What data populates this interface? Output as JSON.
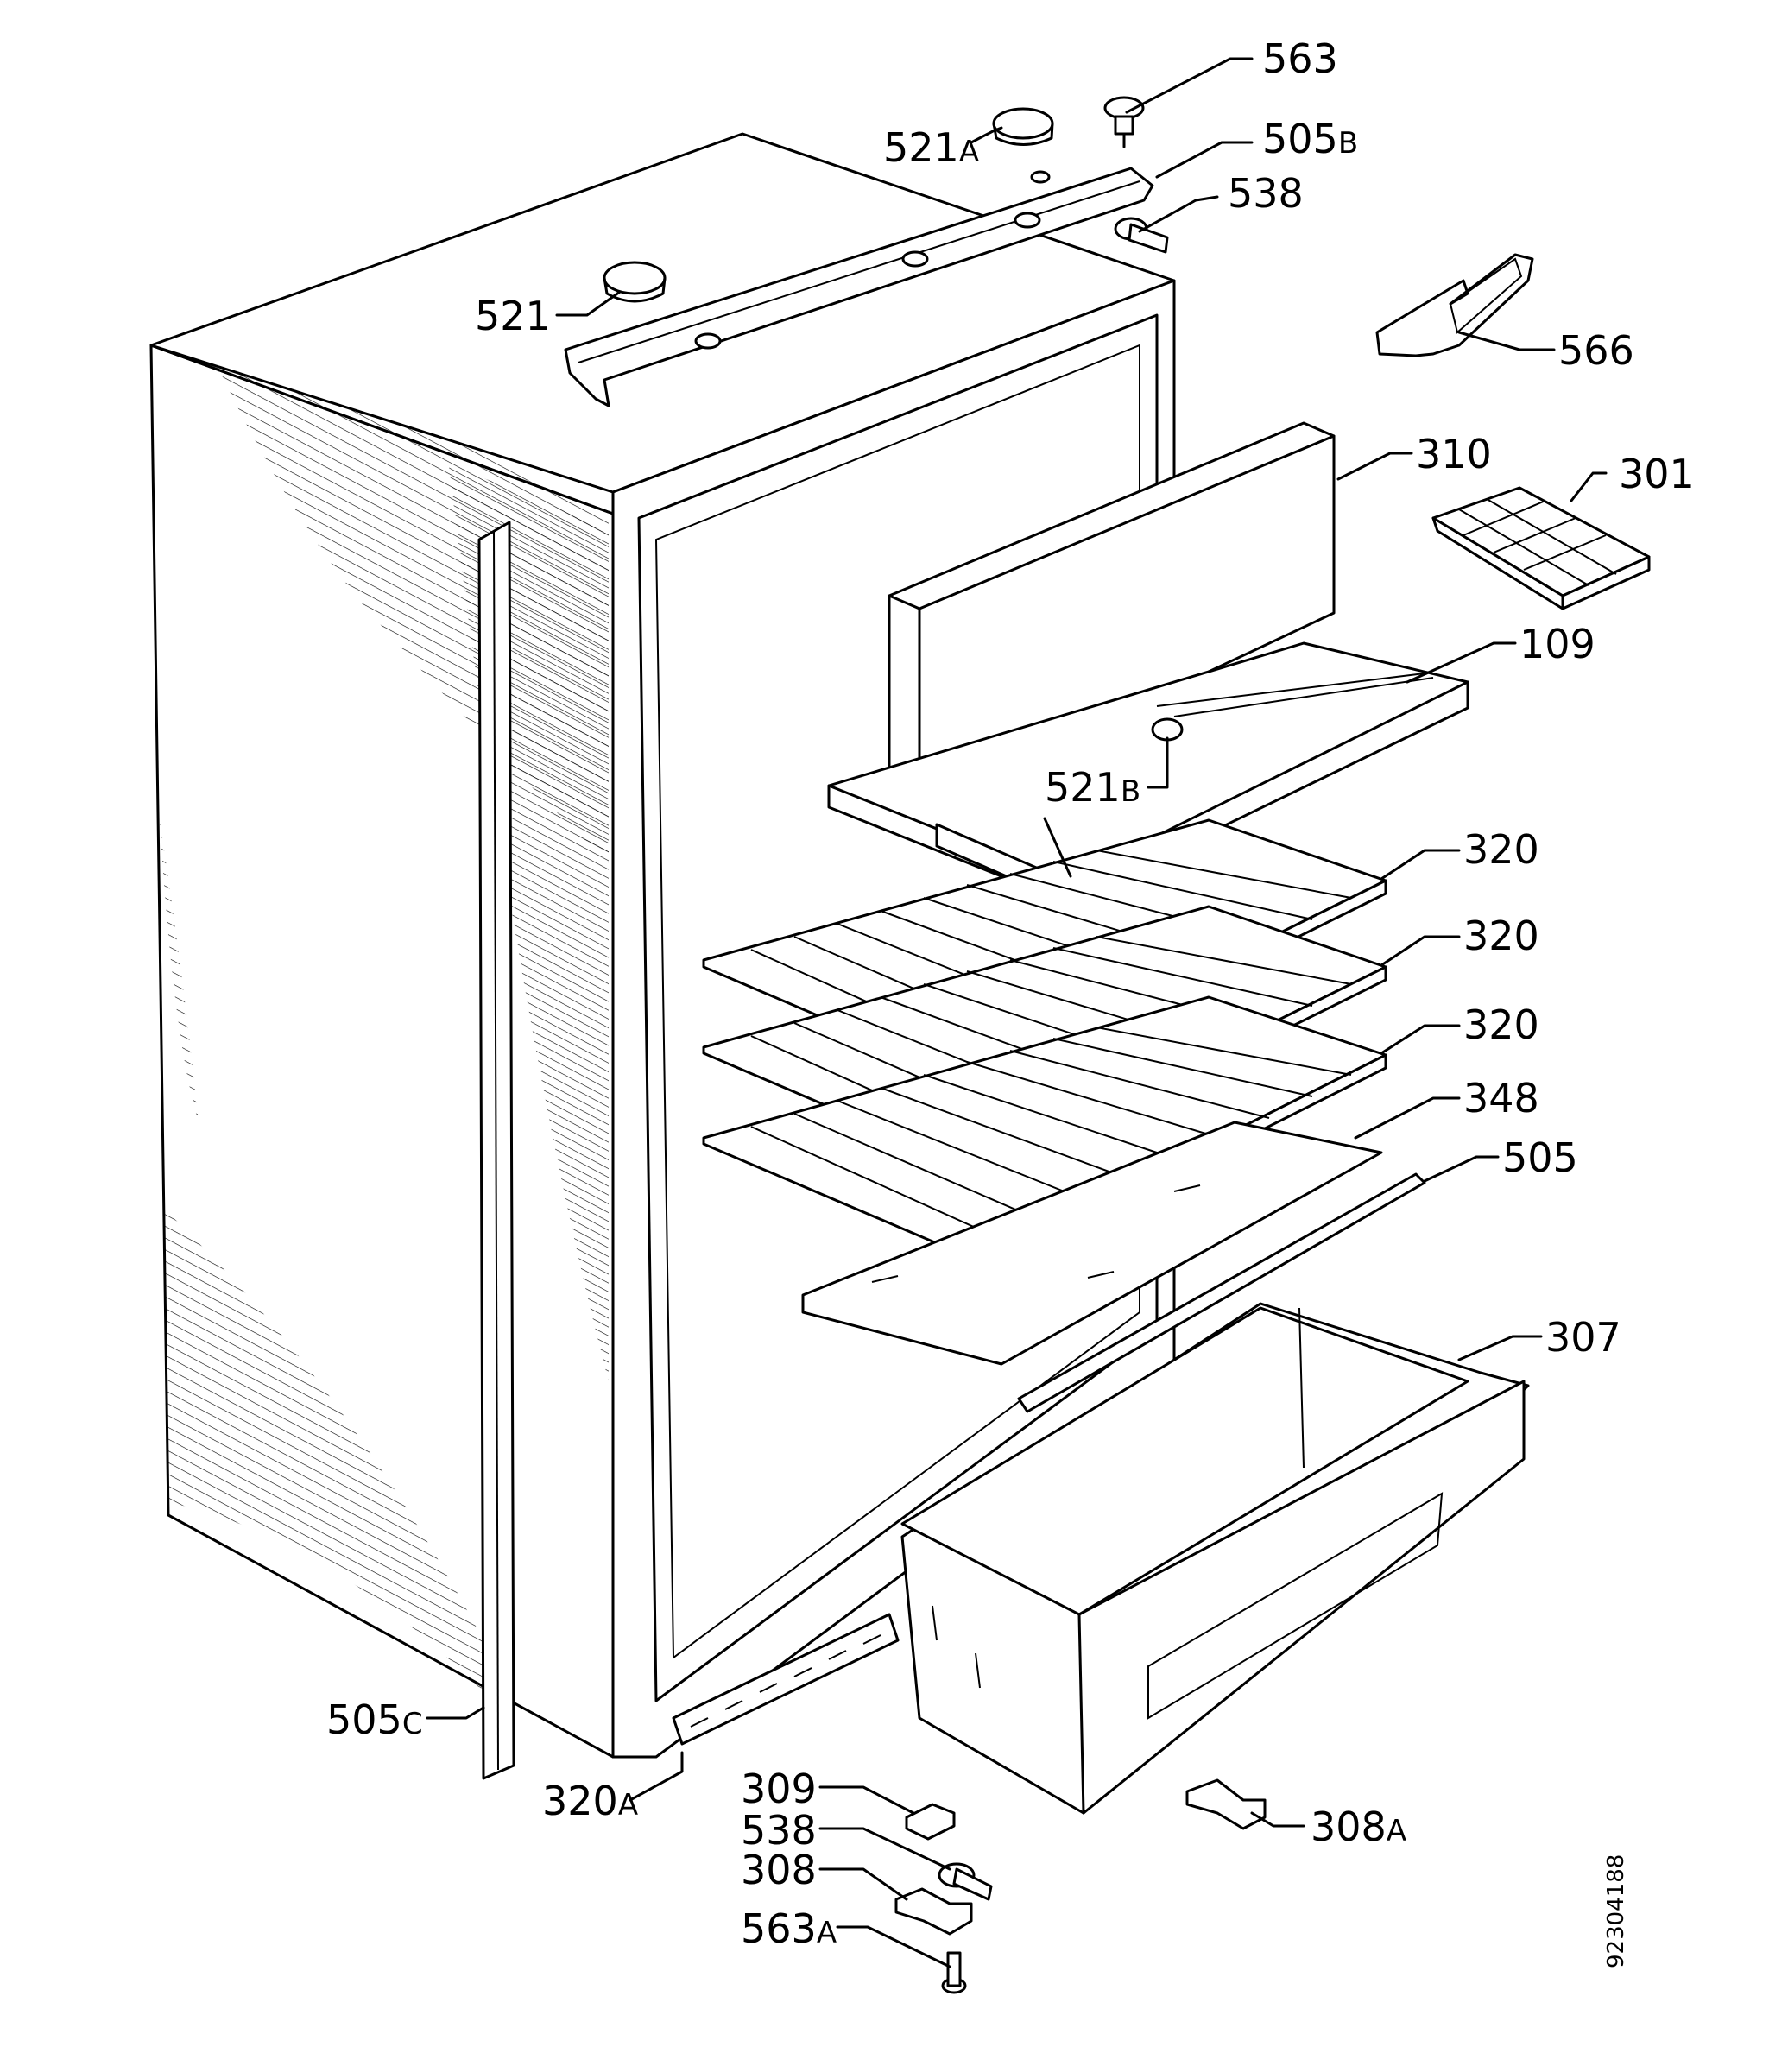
{
  "labels": {
    "l563": {
      "num": "563",
      "sfx": ""
    },
    "l521a": {
      "num": "521",
      "sfx": "A"
    },
    "l505b": {
      "num": "505",
      "sfx": "B"
    },
    "l538top": {
      "num": "538",
      "sfx": ""
    },
    "l521": {
      "num": "521",
      "sfx": ""
    },
    "l566": {
      "num": "566",
      "sfx": ""
    },
    "l310": {
      "num": "310",
      "sfx": ""
    },
    "l301": {
      "num": "301",
      "sfx": ""
    },
    "l109": {
      "num": "109",
      "sfx": ""
    },
    "l521b": {
      "num": "521",
      "sfx": "B"
    },
    "l320a": {
      "num": "320",
      "sfx": ""
    },
    "l320b": {
      "num": "320",
      "sfx": ""
    },
    "l320c": {
      "num": "320",
      "sfx": ""
    },
    "l348": {
      "num": "348",
      "sfx": ""
    },
    "l505": {
      "num": "505",
      "sfx": ""
    },
    "l307": {
      "num": "307",
      "sfx": ""
    },
    "l505c": {
      "num": "505",
      "sfx": "C"
    },
    "l320arail": {
      "num": "320",
      "sfx": "A"
    },
    "l309": {
      "num": "309",
      "sfx": ""
    },
    "l538bot": {
      "num": "538",
      "sfx": ""
    },
    "l308": {
      "num": "308",
      "sfx": ""
    },
    "l563a": {
      "num": "563",
      "sfx": "A"
    },
    "l308a": {
      "num": "308",
      "sfx": "A"
    }
  },
  "reference_number": "92304188"
}
